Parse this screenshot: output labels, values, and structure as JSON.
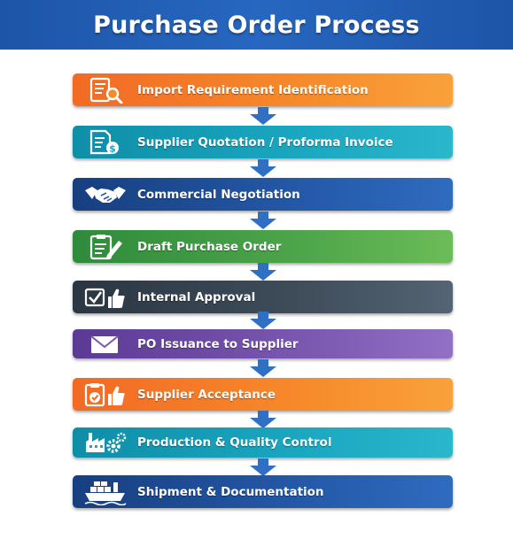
{
  "title": "Purchase Order Process",
  "steps": [
    {
      "label": "Import Requirement Identification",
      "icon": "document-search-icon",
      "color": "#f26a24"
    },
    {
      "label": "Supplier Quotation / Proforma Invoice",
      "icon": "invoice-dollar-icon",
      "color": "#0f8ea8"
    },
    {
      "label": "Commercial Negotiation",
      "icon": "handshake-icon",
      "color": "#173f80"
    },
    {
      "label": "Draft Purchase Order",
      "icon": "clipboard-pen-icon",
      "color": "#2e8b3b"
    },
    {
      "label": "Internal Approval",
      "icon": "check-thumbs-up-icon",
      "color": "#2a3642"
    },
    {
      "label": "PO Issuance to Supplier",
      "icon": "envelope-icon",
      "color": "#5b3a95"
    },
    {
      "label": "Supplier Acceptance",
      "icon": "clipboard-check-thumbs-up-icon",
      "color": "#f26a24"
    },
    {
      "label": "Production & Quality Control",
      "icon": "factory-gear-icon",
      "color": "#0f8ea8"
    },
    {
      "label": "Shipment & Documentation",
      "icon": "cargo-ship-icon",
      "color": "#173f80"
    }
  ],
  "arrow_color": "#2f6fc4"
}
